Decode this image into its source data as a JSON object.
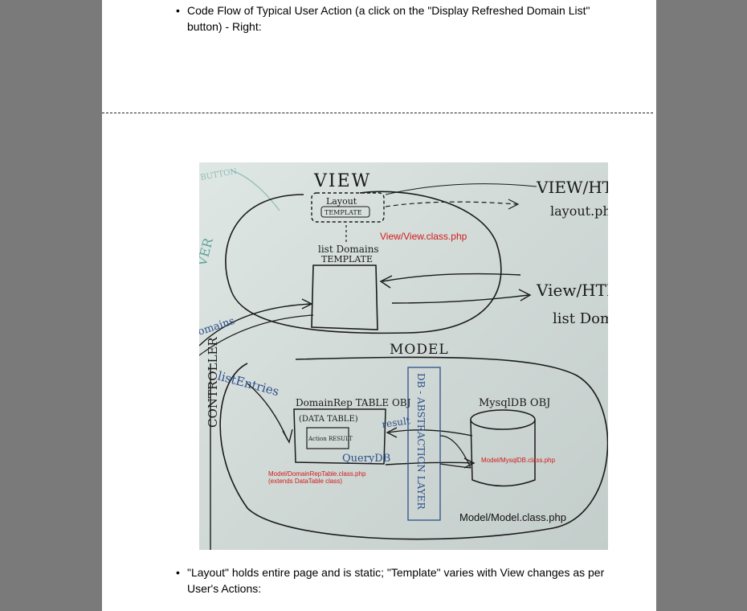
{
  "bullets": {
    "first": "Code Flow of Typical User Action (a click on the \"Display Refreshed Domain List\" button) - Right:",
    "second": "\"Layout\" holds entire page and is static; \"Template\" varies with View changes as per User's Actions:"
  },
  "whiteboard": {
    "handwritten": {
      "view": "VIEW",
      "layout": "Layout",
      "template": "TEMPLATE",
      "list_domains_template_1": "list Domains",
      "list_domains_template_2": "TEMPLATE",
      "view_html_1": "VIEW/HTML",
      "layout_php": "layout.ph",
      "view_html_2": "View/HTM",
      "list_dom": "list Dom",
      "domains": "omains",
      "model": "MODEL",
      "list_entries": "listEntries",
      "domain_rep_table_obj": "DomainRep TABLE OBJ",
      "data_table": "(DATA TABLE)",
      "action_result": "Action RESULT",
      "result": "result",
      "query_db": "QueryDB",
      "db_abstraction_layer": "DB - ABSTRACTION LAYER",
      "mysql_db_obj": "MysqlDB OBJ",
      "controller": "CONTROLLER",
      "button": "BUTTON",
      "ver": "VER"
    },
    "annotations": {
      "view_class": "View/View.class.php",
      "domain_rep_table_class_1": "Model/DomainRepTable.class.php",
      "domain_rep_table_class_2": "(extends DataTable class)",
      "mysql_db_class": "Model/MysqlDB.class.php",
      "model_class": "Model/Model.class.php"
    },
    "colors": {
      "board": "#d3dcd9",
      "marker_black": "#1a1a1a",
      "marker_blue": "#2d4f8c",
      "marker_teal": "#5fa39a",
      "annotation_red": "#d11a1a"
    }
  }
}
